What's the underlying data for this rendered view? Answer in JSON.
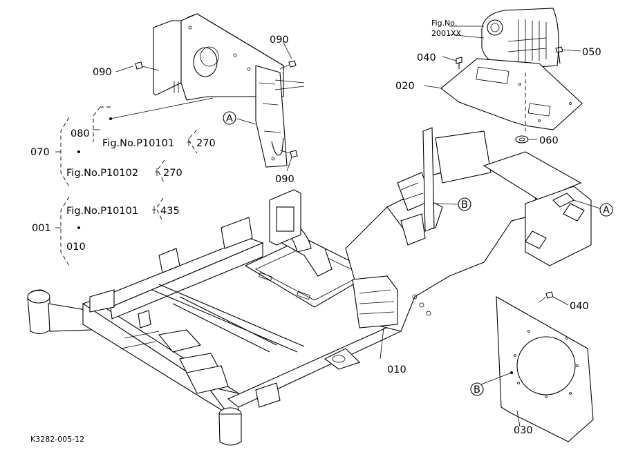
{
  "callouts": {
    "c001": "001",
    "c010_tree": "010",
    "c010_frame": "010",
    "c020": "020",
    "c030": "030",
    "c040_top": "040",
    "c040_right": "040",
    "c050": "050",
    "c060": "060",
    "c070": "070",
    "c080": "080",
    "c090_left": "090",
    "c090_top": "090",
    "c090_bottom": "090"
  },
  "references": {
    "fig_p10101_a": "Fig.No.P10101",
    "fig_p10101_a_code": "270",
    "fig_p10102": "Fig.No.P10102",
    "fig_p10102_code": "270",
    "fig_p10101_b": "Fig.No.P10101",
    "fig_p10101_b_code": "435",
    "fig_no_label": "Fig.No.",
    "fig_no_value": "2001XX"
  },
  "markers": {
    "a_left": "A",
    "a_right": "A",
    "b_upper": "B",
    "b_lower": "B"
  },
  "drawing_code": "K3282-005-12"
}
